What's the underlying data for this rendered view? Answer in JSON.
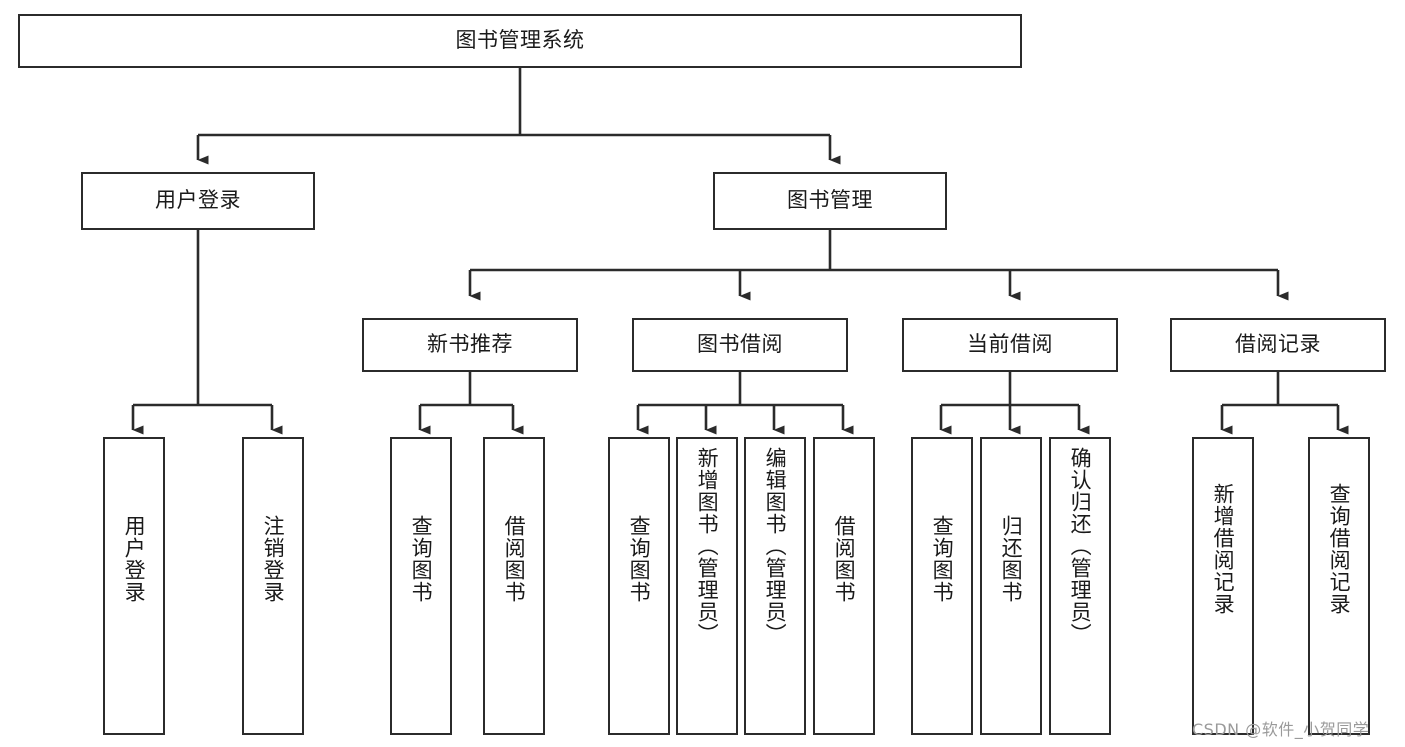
{
  "diagram": {
    "type": "tree-hierarchy",
    "title": "图书管理系统",
    "background_color": "#ffffff",
    "line_color": "#2b2b2b",
    "text_color": "#1a1a1a",
    "levels": 4
  },
  "root": {
    "label": "图书管理系统"
  },
  "level1": [
    {
      "label": "用户登录"
    },
    {
      "label": "图书管理"
    }
  ],
  "level2": [
    {
      "label": "新书推荐"
    },
    {
      "label": "图书借阅"
    },
    {
      "label": "当前借阅"
    },
    {
      "label": "借阅记录"
    }
  ],
  "leaves": {
    "user_login": [
      {
        "label": "用户登录"
      },
      {
        "label": "注销登录"
      }
    ],
    "new_book_recommend": [
      {
        "label": "查询图书"
      },
      {
        "label": "借阅图书"
      }
    ],
    "book_borrow": [
      {
        "label": "查询图书"
      },
      {
        "label": "新增图书（管理员）"
      },
      {
        "label": "编辑图书（管理员）"
      },
      {
        "label": "借阅图书"
      }
    ],
    "current_borrow": [
      {
        "label": "查询图书"
      },
      {
        "label": "归还图书"
      },
      {
        "label": "确认归还（管理员）"
      }
    ],
    "borrow_record": [
      {
        "label": "新增借阅记录"
      },
      {
        "label": "查询借阅记录"
      }
    ]
  },
  "watermark": {
    "text": "CSDN @软件_小贺同学"
  }
}
